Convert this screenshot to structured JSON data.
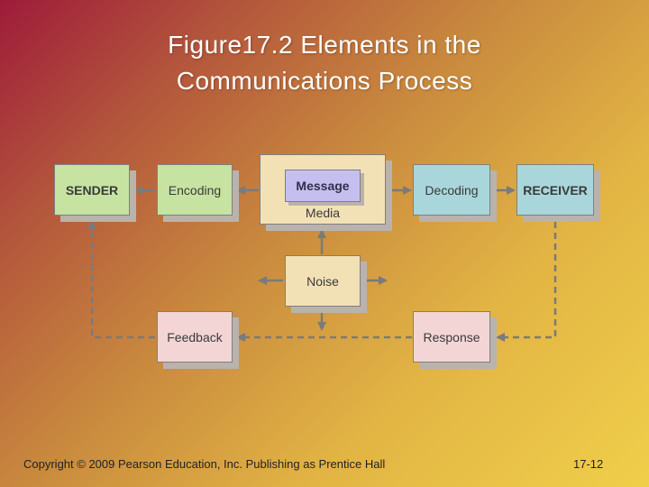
{
  "title": {
    "line1": "Figure17.2 Elements in the",
    "line2": "Communications Process"
  },
  "nodes": {
    "sender": "SENDER",
    "encoding": "Encoding",
    "message": "Message",
    "media": "Media",
    "decoding": "Decoding",
    "receiver": "RECEIVER",
    "noise": "Noise",
    "feedback": "Feedback",
    "response": "Response"
  },
  "footer": {
    "copyright": "Copyright © 2009 Pearson Education, Inc. Publishing as Prentice Hall",
    "page_number": "17-12"
  },
  "colors": {
    "arrow": "#7a7a7a",
    "sender_receiver_fill": "#c6e3a2",
    "decoding_fill": "#a9d6db",
    "feedback_response_fill": "#f3d5d6",
    "media_noise_fill": "#f3e1b6",
    "message_fill": "#c5bff0"
  }
}
